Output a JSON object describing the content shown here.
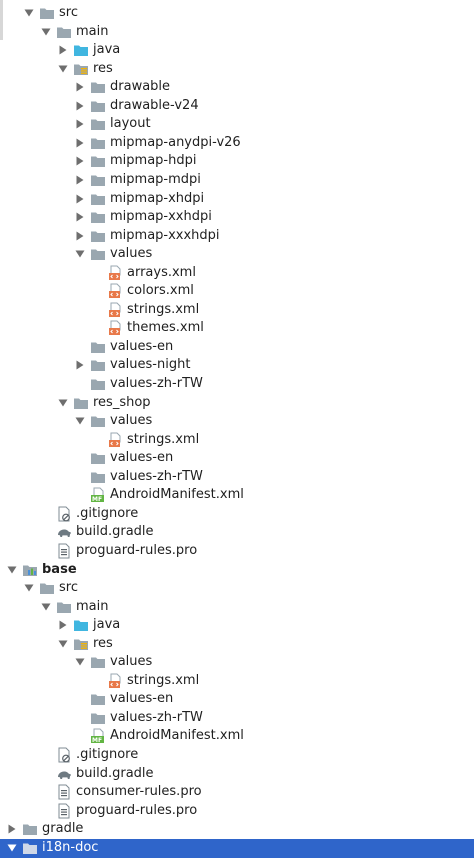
{
  "project_tree": {
    "rows": [
      {
        "label": "src",
        "depth": 1,
        "arrow": "down",
        "icon": "folder"
      },
      {
        "label": "main",
        "depth": 2,
        "arrow": "down",
        "icon": "folder"
      },
      {
        "label": "java",
        "depth": 3,
        "arrow": "right",
        "icon": "folder-blue"
      },
      {
        "label": "res",
        "depth": 3,
        "arrow": "down",
        "icon": "folder-res"
      },
      {
        "label": "drawable",
        "depth": 4,
        "arrow": "right",
        "icon": "folder"
      },
      {
        "label": "drawable-v24",
        "depth": 4,
        "arrow": "right",
        "icon": "folder"
      },
      {
        "label": "layout",
        "depth": 4,
        "arrow": "right",
        "icon": "folder"
      },
      {
        "label": "mipmap-anydpi-v26",
        "depth": 4,
        "arrow": "right",
        "icon": "folder"
      },
      {
        "label": "mipmap-hdpi",
        "depth": 4,
        "arrow": "right",
        "icon": "folder"
      },
      {
        "label": "mipmap-mdpi",
        "depth": 4,
        "arrow": "right",
        "icon": "folder"
      },
      {
        "label": "mipmap-xhdpi",
        "depth": 4,
        "arrow": "right",
        "icon": "folder"
      },
      {
        "label": "mipmap-xxhdpi",
        "depth": 4,
        "arrow": "right",
        "icon": "folder"
      },
      {
        "label": "mipmap-xxxhdpi",
        "depth": 4,
        "arrow": "right",
        "icon": "folder"
      },
      {
        "label": "values",
        "depth": 4,
        "arrow": "down",
        "icon": "folder"
      },
      {
        "label": "arrays.xml",
        "depth": 5,
        "arrow": "none",
        "icon": "xml-file"
      },
      {
        "label": "colors.xml",
        "depth": 5,
        "arrow": "none",
        "icon": "xml-file"
      },
      {
        "label": "strings.xml",
        "depth": 5,
        "arrow": "none",
        "icon": "xml-file"
      },
      {
        "label": "themes.xml",
        "depth": 5,
        "arrow": "none",
        "icon": "xml-file"
      },
      {
        "label": "values-en",
        "depth": 4,
        "arrow": "none",
        "icon": "folder"
      },
      {
        "label": "values-night",
        "depth": 4,
        "arrow": "right",
        "icon": "folder"
      },
      {
        "label": "values-zh-rTW",
        "depth": 4,
        "arrow": "none",
        "icon": "folder"
      },
      {
        "label": "res_shop",
        "depth": 3,
        "arrow": "down",
        "icon": "folder"
      },
      {
        "label": "values",
        "depth": 4,
        "arrow": "down",
        "icon": "folder"
      },
      {
        "label": "strings.xml",
        "depth": 5,
        "arrow": "none",
        "icon": "xml-file"
      },
      {
        "label": "values-en",
        "depth": 4,
        "arrow": "none",
        "icon": "folder"
      },
      {
        "label": "values-zh-rTW",
        "depth": 4,
        "arrow": "none",
        "icon": "folder"
      },
      {
        "label": "AndroidManifest.xml",
        "depth": 4,
        "arrow": "none",
        "icon": "manifest-file"
      },
      {
        "label": ".gitignore",
        "depth": 2,
        "arrow": "none",
        "icon": "gitignore-file"
      },
      {
        "label": "build.gradle",
        "depth": 2,
        "arrow": "none",
        "icon": "gradle-file"
      },
      {
        "label": "proguard-rules.pro",
        "depth": 2,
        "arrow": "none",
        "icon": "text-file"
      },
      {
        "label": "base",
        "depth": 0,
        "arrow": "down",
        "icon": "module",
        "bold": true
      },
      {
        "label": "src",
        "depth": 1,
        "arrow": "down",
        "icon": "folder"
      },
      {
        "label": "main",
        "depth": 2,
        "arrow": "down",
        "icon": "folder"
      },
      {
        "label": "java",
        "depth": 3,
        "arrow": "right",
        "icon": "folder-blue"
      },
      {
        "label": "res",
        "depth": 3,
        "arrow": "down",
        "icon": "folder-res"
      },
      {
        "label": "values",
        "depth": 4,
        "arrow": "down",
        "icon": "folder"
      },
      {
        "label": "strings.xml",
        "depth": 5,
        "arrow": "none",
        "icon": "xml-file"
      },
      {
        "label": "values-en",
        "depth": 4,
        "arrow": "none",
        "icon": "folder"
      },
      {
        "label": "values-zh-rTW",
        "depth": 4,
        "arrow": "none",
        "icon": "folder"
      },
      {
        "label": "AndroidManifest.xml",
        "depth": 4,
        "arrow": "none",
        "icon": "manifest-file"
      },
      {
        "label": ".gitignore",
        "depth": 2,
        "arrow": "none",
        "icon": "gitignore-file"
      },
      {
        "label": "build.gradle",
        "depth": 2,
        "arrow": "none",
        "icon": "gradle-file"
      },
      {
        "label": "consumer-rules.pro",
        "depth": 2,
        "arrow": "none",
        "icon": "text-file"
      },
      {
        "label": "proguard-rules.pro",
        "depth": 2,
        "arrow": "none",
        "icon": "text-file"
      },
      {
        "label": "gradle",
        "depth": 0,
        "arrow": "right",
        "icon": "folder"
      },
      {
        "label": "i18n-doc",
        "depth": 0,
        "arrow": "down",
        "icon": "folder",
        "selected": true
      }
    ]
  },
  "colors": {
    "selection": "#2f65ca",
    "folder": "#9aa7b0",
    "folder_blue": "#40b6e0",
    "xml_orange": "#e8794a",
    "manifest_green": "#62b543"
  }
}
